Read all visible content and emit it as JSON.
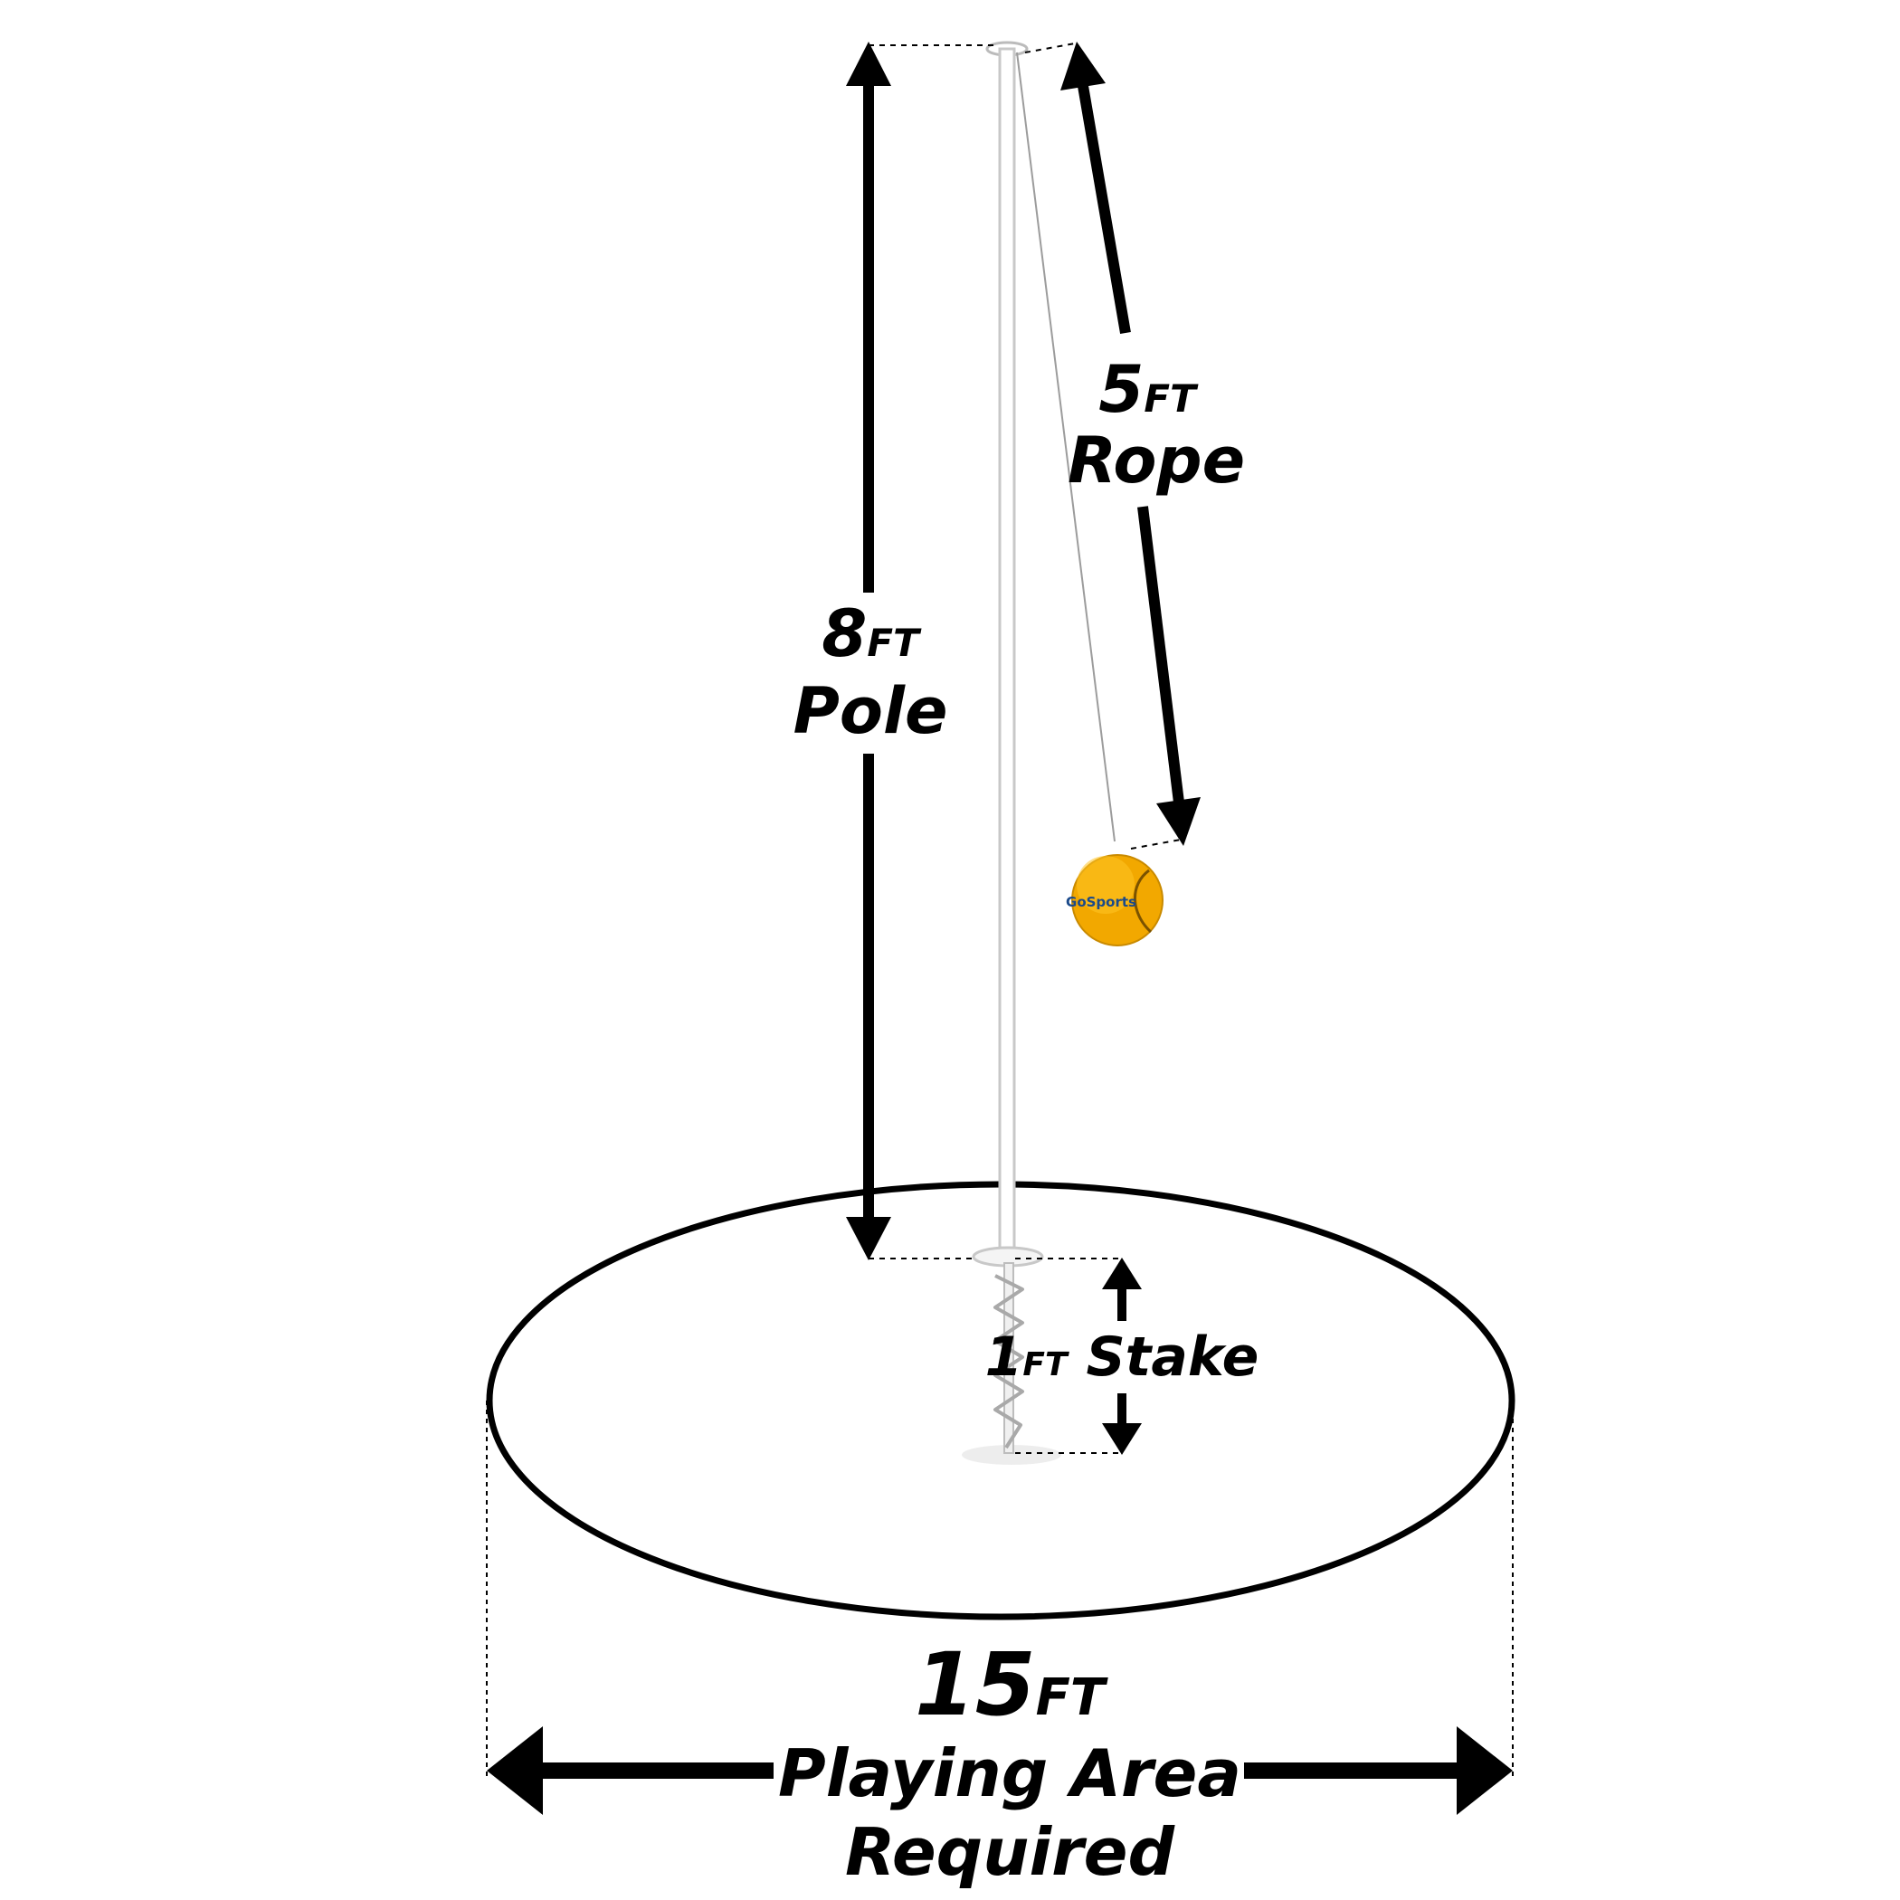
{
  "colors": {
    "ink": "#000000",
    "pole": "#ffffff",
    "pole_outline": "#c8c8c8",
    "ball": "#f2a800",
    "ball_highlight": "#ffd23a",
    "background": "#ffffff"
  },
  "pole": {
    "value": "8",
    "unit": "FT",
    "label": "Pole"
  },
  "rope": {
    "value": "5",
    "unit": "FT",
    "label": "Rope"
  },
  "stake": {
    "value": "1",
    "unit": "FT",
    "label": "Stake"
  },
  "playing_area": {
    "value": "15",
    "unit": "FT",
    "label_line1": "Playing Area",
    "label_line2": "Required"
  },
  "ball": {
    "logo_text": "GoSports"
  },
  "icons": [
    "tetherball-pole-icon",
    "tetherball-icon",
    "ground-stake-icon",
    "double-arrow-icon"
  ]
}
